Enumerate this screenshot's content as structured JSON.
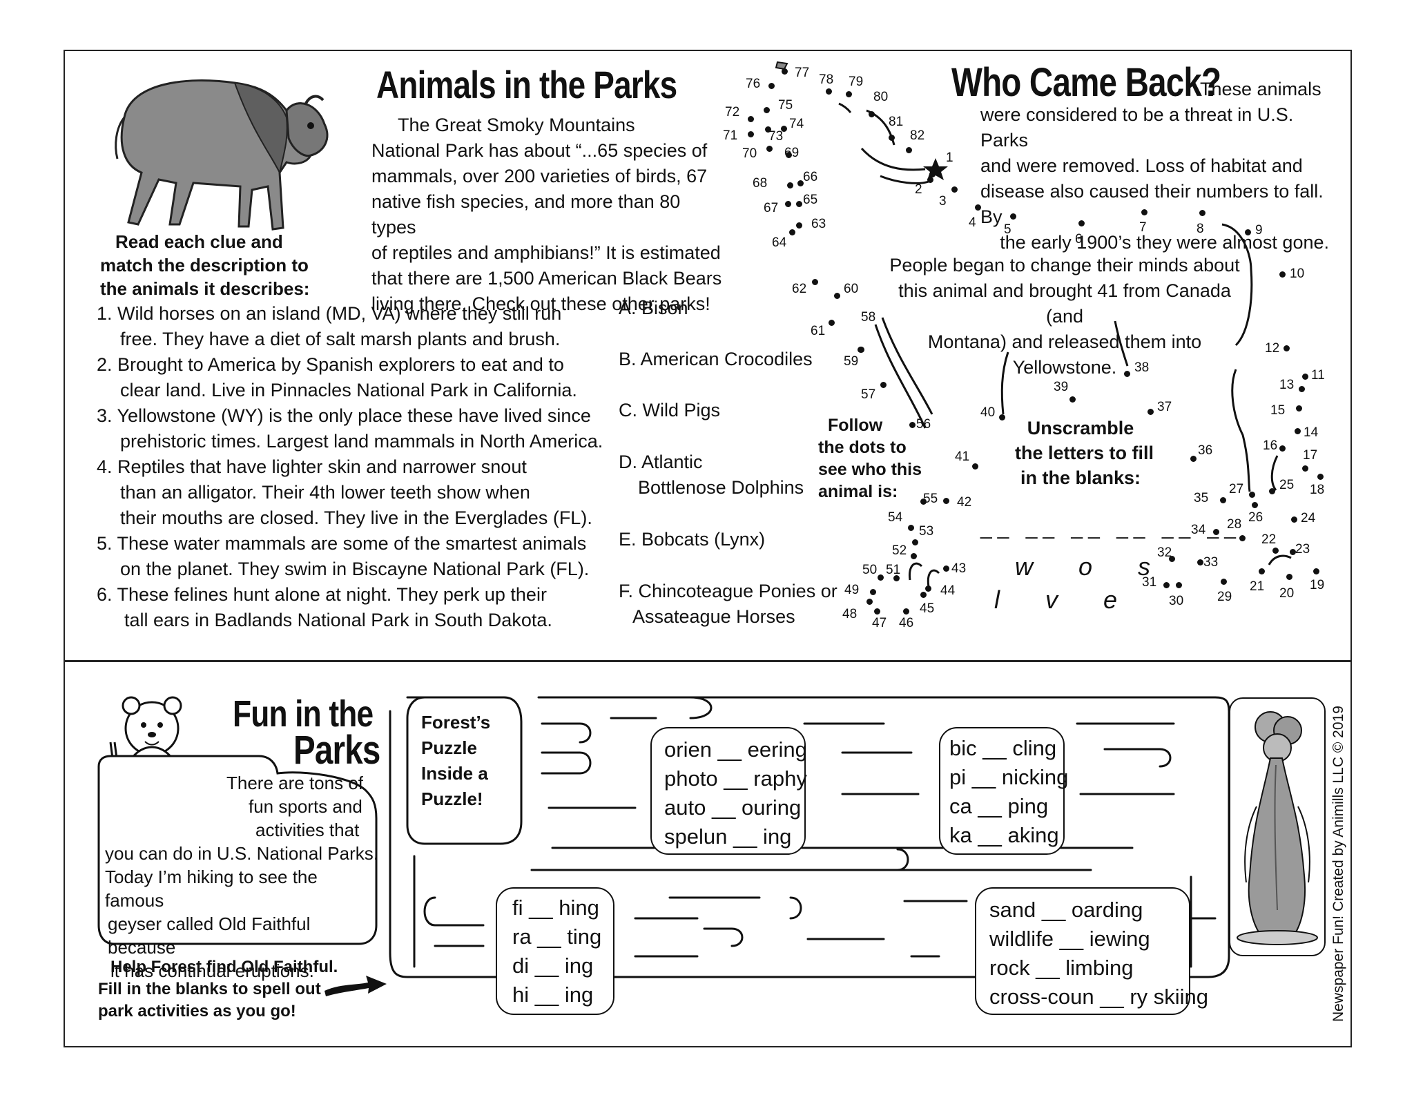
{
  "animals": {
    "title": "Animals in the Parks",
    "intro": [
      "The Great Smoky Mountains",
      "National Park has about “...65 species of",
      "mammals, over 200 varieties of birds, 67",
      "native fish species, and more than 80 types",
      "of reptiles and amphibians!” It is estimated",
      "that there are 1,500 American Black Bears",
      "living there. Check out these other parks!"
    ],
    "instructions": [
      "Read each clue and",
      "match the description to",
      "the animals it describes:"
    ],
    "clues": [
      [
        "1. Wild horses on an island (MD, VA) where they still run",
        "free. They have a diet of salt marsh plants and brush."
      ],
      [
        "2. Brought to America by Spanish explorers to eat and to",
        "clear land. Live in Pinnacles National Park in California."
      ],
      [
        "3. Yellowstone (WY) is the only place these have lived since",
        "prehistoric times. Largest land mammals in North America."
      ],
      [
        "4. Reptiles that have lighter skin and narrower snout",
        "than an alligator. Their 4th lower teeth show when",
        "their mouths are closed. They live in the Everglades (FL)."
      ],
      [
        "5. These water mammals are some of the smartest animals",
        "on the planet. They swim in Biscayne National Park (FL)."
      ],
      [
        "6. These felines hunt alone at night. They perk up their",
        "tall ears in Badlands National Park in South Dakota."
      ]
    ],
    "answers": [
      [
        "A. Bison"
      ],
      [
        "B. American Crocodiles"
      ],
      [
        "C. Wild Pigs"
      ],
      [
        "D. Atlantic",
        "Bottlenose Dolphins"
      ],
      [
        "E. Bobcats (Lynx)"
      ],
      [
        "F. Chincoteague Ponies or",
        "Assateague Horses"
      ]
    ]
  },
  "who": {
    "title": "Who Came Back?",
    "intro_first": "These animals",
    "intro": [
      "were considered to be a threat in U.S. Parks",
      "and were removed. Loss of habitat and",
      "disease also caused their numbers to fall. By",
      "the early 1900’s they were almost gone."
    ],
    "middle": [
      "People began to change their minds about",
      "this animal and brought 41 from Canada (and",
      "Montana) and released them into Yellowstone."
    ],
    "follow": [
      "Follow",
      "the dots to",
      "see who this",
      "animal is:"
    ],
    "unscramble": [
      "Unscramble",
      "the letters to fill",
      "in the blanks:"
    ],
    "letters_top": "w o s",
    "letters_bottom": "l v e",
    "blanks": "__ __ __ __ __ __"
  },
  "fun": {
    "title_1": "Fun in the",
    "title_2": "Parks",
    "bubble": [
      "There are tons of",
      "fun sports and",
      "activities that",
      "you can do in U.S. National Parks.",
      "Today I’m hiking to see the famous",
      "geyser called Old Faithful because",
      "it has continual eruptions."
    ],
    "help": [
      "Help Forest find Old Faithful.",
      "Fill in the blanks to spell out",
      "park activities as you go!"
    ],
    "maze_label": [
      "Forest’s",
      "Puzzle",
      "Inside a",
      "Puzzle!"
    ],
    "box1": [
      "orien __ eering",
      "photo __ raphy",
      "auto __ ouring",
      "spelun __ ing"
    ],
    "box2": [
      "bic __ cling",
      "pi __ nicking",
      "ca __ ping",
      "ka __ aking"
    ],
    "box3": [
      "fi __ hing",
      "ra __ ting",
      "di __ ing",
      "hi __ ing"
    ],
    "box4": [
      "sand __ oarding",
      "wildlife __ iewing",
      "rock __ limbing",
      "cross-coun __ ry skiing"
    ]
  },
  "credit": "Newspaper Fun! Created by Animills LLC © 2019",
  "dots": [
    "1",
    "2",
    "3",
    "4",
    "5",
    "6",
    "7",
    "8",
    "9",
    "10",
    "11",
    "12",
    "13",
    "14",
    "15",
    "16",
    "17",
    "18",
    "19",
    "20",
    "21",
    "22",
    "23",
    "24",
    "25",
    "26",
    "27",
    "28",
    "29",
    "30",
    "31",
    "32",
    "33",
    "34",
    "35",
    "36",
    "37",
    "38",
    "39",
    "40",
    "41",
    "42",
    "43",
    "44",
    "45",
    "46",
    "47",
    "48",
    "49",
    "50",
    "51",
    "52",
    "53",
    "54",
    "55",
    "56",
    "57",
    "58",
    "59",
    "60",
    "61",
    "62",
    "63",
    "64",
    "65",
    "66",
    "67",
    "68",
    "69",
    "70",
    "71",
    "72",
    "73",
    "74",
    "75",
    "76",
    "77",
    "78",
    "79",
    "80",
    "81",
    "82"
  ]
}
